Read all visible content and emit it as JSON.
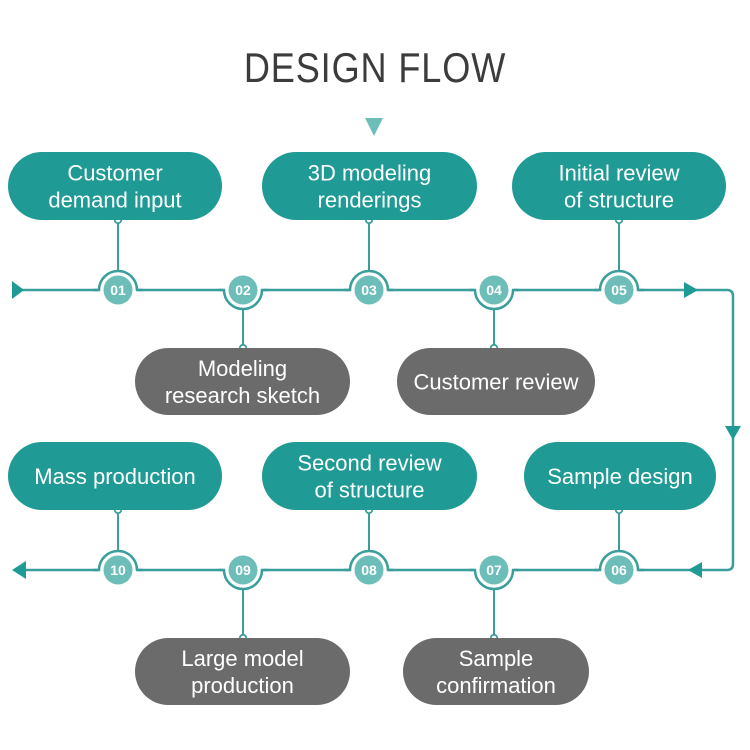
{
  "title": "DESIGN FLOW",
  "colors": {
    "primary_box": "#1f9a94",
    "secondary_box": "#6b6b6b",
    "line": "#3a9e9a",
    "node_fill": "#6dbdb9",
    "text": "#ffffff",
    "title": "#3c3c3c"
  },
  "steps": [
    {
      "number": "01",
      "lines": [
        "Customer",
        "demand input"
      ],
      "style": "primary",
      "box_side": "above"
    },
    {
      "number": "02",
      "lines": [
        "Modeling",
        "research sketch"
      ],
      "style": "secondary",
      "box_side": "below"
    },
    {
      "number": "03",
      "lines": [
        "3D modeling",
        "renderings"
      ],
      "style": "primary",
      "box_side": "above"
    },
    {
      "number": "04",
      "lines": [
        "Customer review"
      ],
      "style": "secondary",
      "box_side": "below"
    },
    {
      "number": "05",
      "lines": [
        "Initial review",
        "of structure"
      ],
      "style": "primary",
      "box_side": "above"
    },
    {
      "number": "06",
      "lines": [
        "Sample design"
      ],
      "style": "primary",
      "box_side": "above"
    },
    {
      "number": "07",
      "lines": [
        "Sample",
        "confirmation"
      ],
      "style": "secondary",
      "box_side": "below"
    },
    {
      "number": "08",
      "lines": [
        "Second review",
        "of structure"
      ],
      "style": "primary",
      "box_side": "above"
    },
    {
      "number": "09",
      "lines": [
        "Large model",
        "production"
      ],
      "style": "secondary",
      "box_side": "below"
    },
    {
      "number": "10",
      "lines": [
        "Mass production"
      ],
      "style": "primary",
      "box_side": "above"
    }
  ]
}
